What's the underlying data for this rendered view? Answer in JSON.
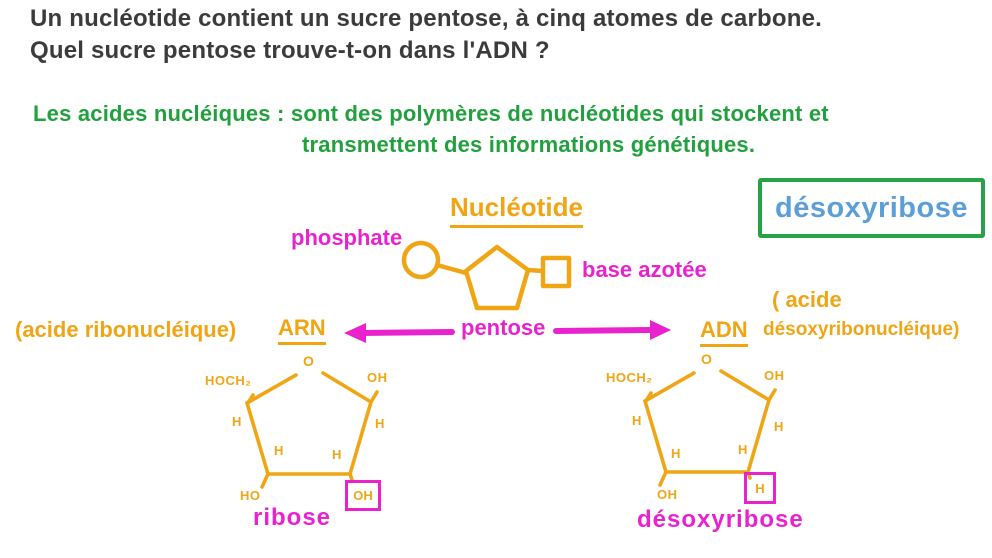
{
  "colors": {
    "ink": "#3b3b3d",
    "green": "#21a03e",
    "orange": "#f0a515",
    "magenta": "#e823ce",
    "blue": "#5c9fd8"
  },
  "question": {
    "line1": "Un nucléotide contient un sucre pentose, à cinq atomes de carbone.",
    "line2": "Quel sucre pentose trouve-t-on dans l'ADN ?"
  },
  "definition": {
    "line1": "Les acides nucléiques : sont des polymères de nucléotides qui stockent et",
    "line2": "transmettent des informations génétiques."
  },
  "nucleotide": {
    "title": "Nucléotide",
    "phosphate": "phosphate",
    "base": "base azotée",
    "pentose": "pentose"
  },
  "arn": {
    "full": "(acide ribonucléique)",
    "abbr": "ARN"
  },
  "adn": {
    "pre": "( acide",
    "abbr": "ADN",
    "post": "désoxyribonucléique)"
  },
  "answer": {
    "label": "désoxyribose"
  },
  "ribose": {
    "name": "ribose",
    "o": "O",
    "hoch2": "HOCH₂",
    "oh_top": "OH",
    "h_left": "H",
    "h_right": "H",
    "h_bottom_left": "H",
    "h_bottom_right": "H",
    "bottom_left_group": "HO",
    "boxed_group": "OH"
  },
  "desoxyribose": {
    "name": "désoxyribose",
    "o": "O",
    "hoch2": "HOCH₂",
    "oh_top": "OH",
    "h_left": "H",
    "h_right": "H",
    "h_bottom_left": "H",
    "h_bottom_right": "H",
    "bottom_left_group": "OH",
    "boxed_group": "H"
  }
}
